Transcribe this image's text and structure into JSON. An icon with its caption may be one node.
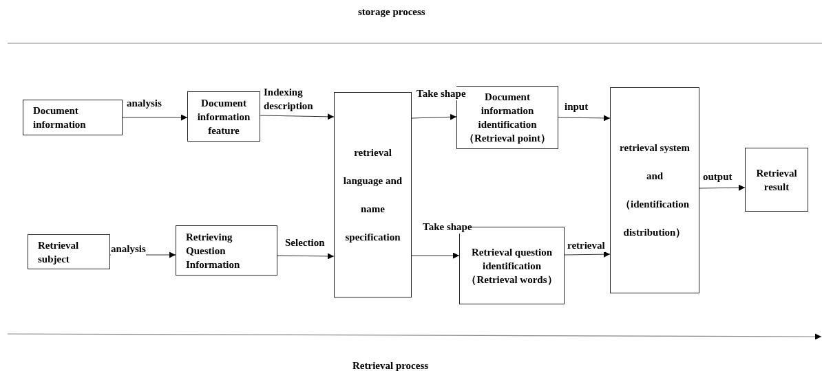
{
  "diagram": {
    "nodes": [
      {
        "text": [
          "Document information"
        ]
      },
      {
        "text": [
          "Document information feature"
        ]
      },
      {
        "text": [
          "retrieval language and name specification"
        ]
      },
      {
        "text": [
          "Document information identification（Retrieval point）"
        ]
      },
      {
        "text": [
          "retrieval system and （identification distribution）"
        ]
      },
      {
        "text": [
          "Retrieval result"
        ]
      },
      {
        "text": [
          "Retrieval subject"
        ]
      },
      {
        "text": [
          "Retrieving Question Information"
        ]
      },
      {
        "text": [
          "Retrieval question identification（Retrieval words）"
        ]
      }
    ],
    "edges": [
      {
        "from": 0,
        "to": 1,
        "arrow": "to",
        "label": "analysis"
      },
      {
        "from": 1,
        "to": 2,
        "arrow": "to",
        "label": "Indexing description"
      },
      {
        "from": 2,
        "to": 3,
        "arrow": "to",
        "label": "Take shape"
      },
      {
        "from": 3,
        "to": 4,
        "arrow": "to",
        "label": "input"
      },
      {
        "from": 4,
        "to": 5,
        "arrow": "to",
        "label": "output"
      },
      {
        "from": 6,
        "to": 7,
        "arrow": "to",
        "label": "analysis"
      },
      {
        "from": 7,
        "to": 2,
        "arrow": "to",
        "label": "Selection"
      },
      {
        "from": 2,
        "to": 8,
        "arrow": "to",
        "label": "Take shape"
      },
      {
        "from": 8,
        "to": 4,
        "arrow": "to",
        "label": "retrieval"
      }
    ],
    "labels": [
      "storage process",
      "Retrieval process"
    ]
  }
}
